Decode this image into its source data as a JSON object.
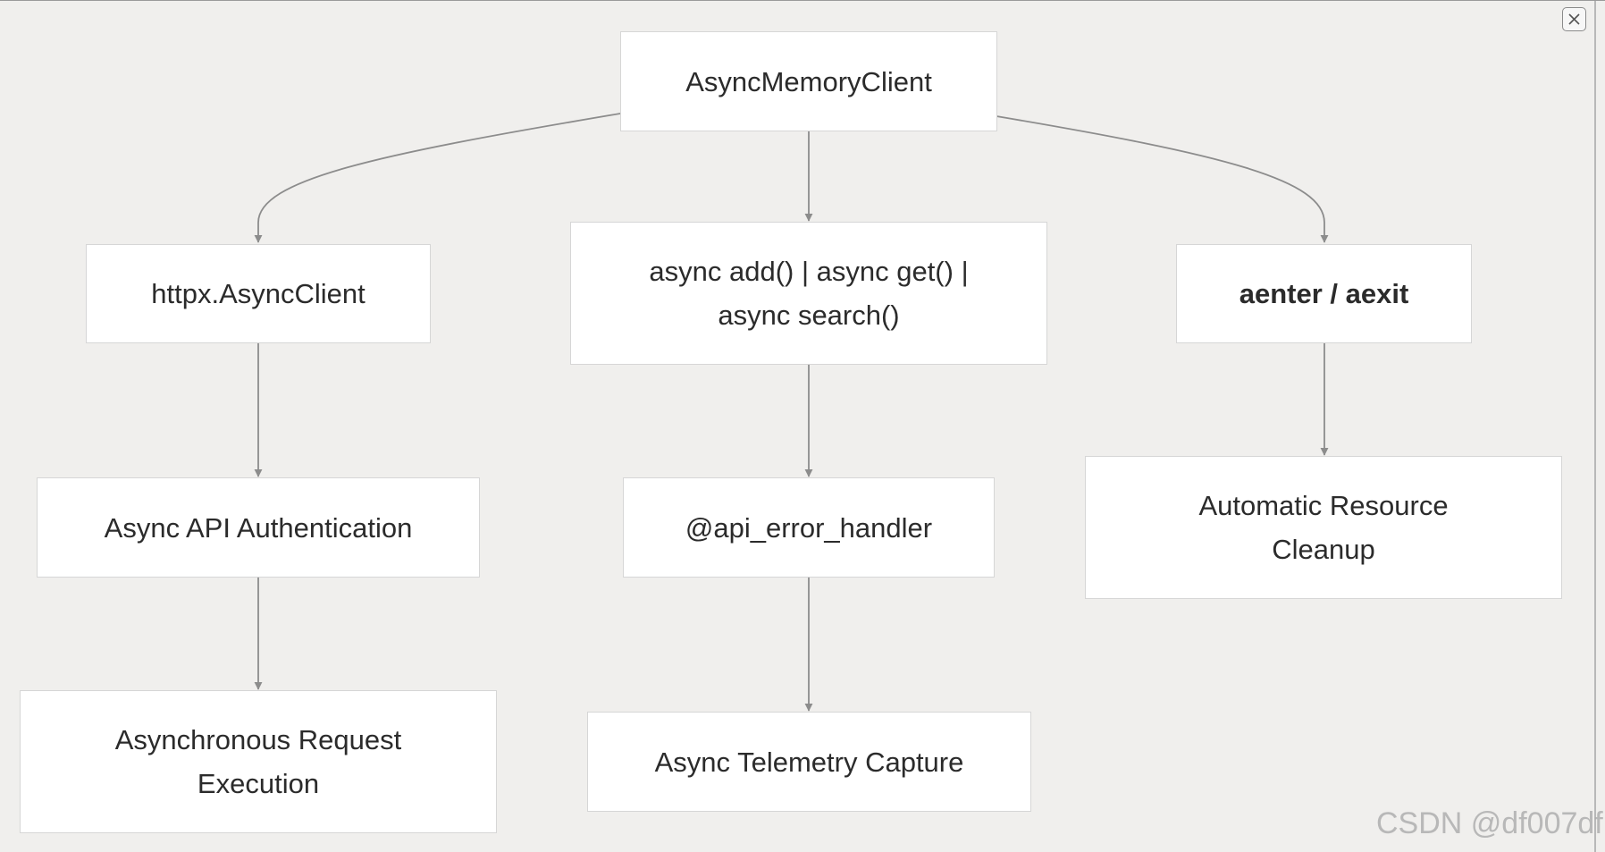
{
  "nodes": {
    "client": "AsyncMemoryClient",
    "httpx": "httpx.AsyncClient",
    "methods_line1": "async add() | async get() |",
    "methods_line2": "async search()",
    "aenter": "aenter / aexit",
    "auth": "Async API Authentication",
    "error_handler": "@api_error_handler",
    "cleanup_line1": "Automatic Resource",
    "cleanup_line2": "Cleanup",
    "request_line1": "Asynchronous Request",
    "request_line2": "Execution",
    "telemetry": "Async Telemetry Capture"
  },
  "watermark": "CSDN @df007df",
  "colors": {
    "background": "#f0efed",
    "node_fill": "#ffffff",
    "node_border": "#d6d6d6",
    "edge": "#8c8c8c",
    "text": "#2b2b2b"
  },
  "icons": {
    "close": "close-icon"
  }
}
